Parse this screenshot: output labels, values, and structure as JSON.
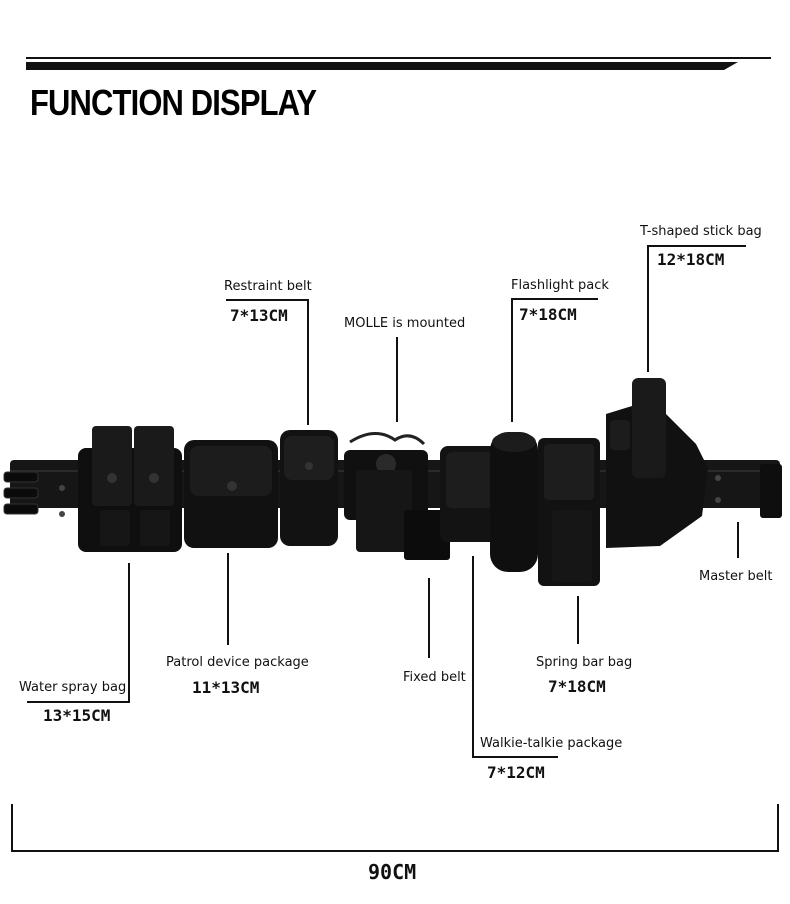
{
  "header": {
    "title": "FUNCTION DISPLAY"
  },
  "callouts": {
    "tshaped": {
      "label": "T-shaped stick bag",
      "size": "12*18CM"
    },
    "restraint": {
      "label": "Restraint belt",
      "size": "7*13CM"
    },
    "flashlight": {
      "label": "Flashlight pack",
      "size": "7*18CM"
    },
    "molle": {
      "label": "MOLLE is mounted"
    },
    "master": {
      "label": "Master belt"
    },
    "water": {
      "label": "Water spray bag",
      "size": "13*15CM"
    },
    "patrol": {
      "label": "Patrol device package",
      "size": "11*13CM"
    },
    "fixed": {
      "label": "Fixed belt"
    },
    "spring": {
      "label": "Spring bar bag",
      "size": "7*18CM"
    },
    "walkie": {
      "label": "Walkie-talkie package",
      "size": "7*12CM"
    }
  },
  "total_length": "90CM"
}
